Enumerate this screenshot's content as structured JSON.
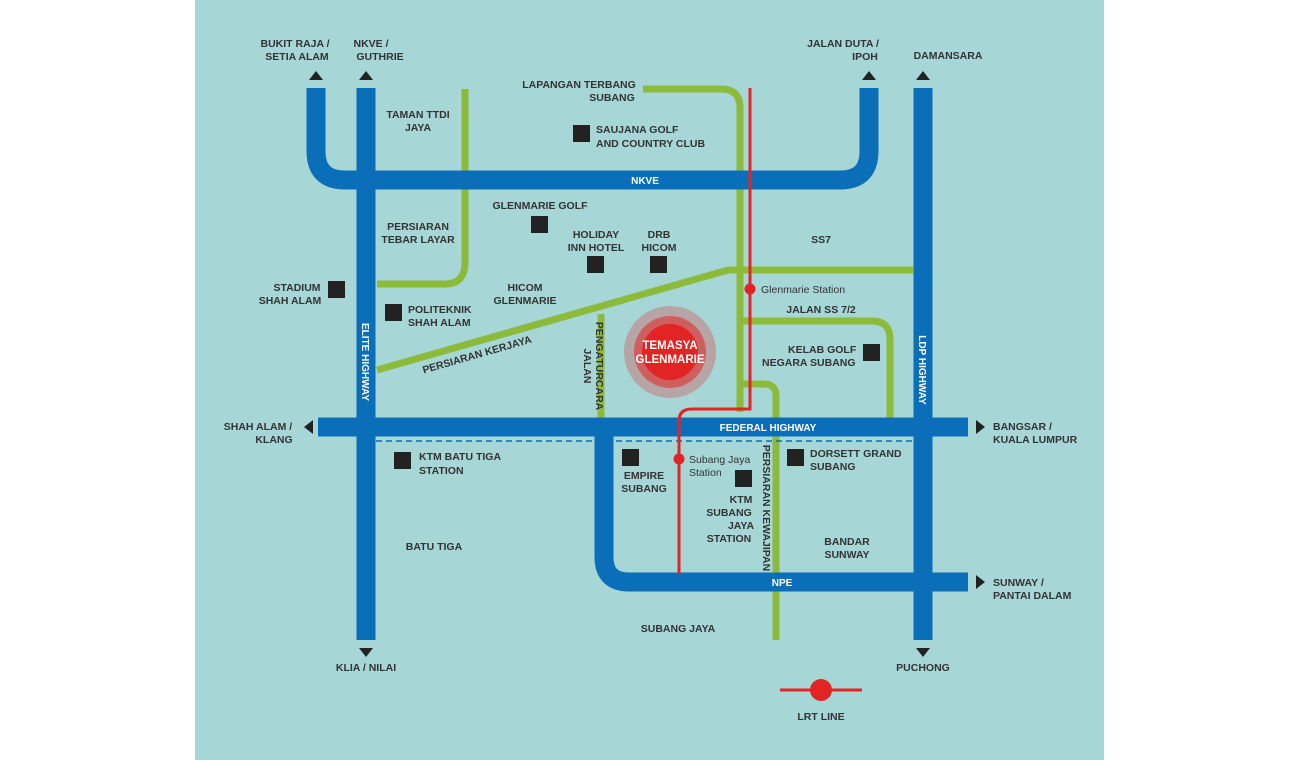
{
  "colors": {
    "background": "#a7d6d6",
    "highway": "#0a6fb8",
    "local_road": "#8cbb3c",
    "lrt_line": "#e32424",
    "landmark": "#222222",
    "destination": "#e32424",
    "text": "#333333"
  },
  "highways": {
    "nkve": "NKVE",
    "federal": "FEDERAL HIGHWAY",
    "npe": "NPE",
    "elite": "ELITE HIGHWAY",
    "ldp": "LDP HIGHWAY"
  },
  "directions": {
    "bukit_raja": [
      "BUKIT RAJA /",
      "SETIA ALAM"
    ],
    "nkve_guthrie": [
      "NKVE /",
      "GUTHRIE"
    ],
    "jalan_duta": [
      "JALAN DUTA /",
      "IPOH"
    ],
    "damansara": [
      "DAMANSARA"
    ],
    "shah_alam_klang": [
      "SHAH ALAM /",
      "KLANG"
    ],
    "bangsar": [
      "BANGSAR /",
      "KUALA LUMPUR"
    ],
    "sunway_pantai": [
      "SUNWAY /",
      "PANTAI DALAM"
    ],
    "klia": [
      "KLIA / NILAI"
    ],
    "puchong": [
      "PUCHONG"
    ]
  },
  "landmarks": {
    "saujana": [
      "SAUJANA GOLF",
      "AND COUNTRY CLUB"
    ],
    "glenmarie_golf": [
      "GLENMARIE GOLF"
    ],
    "holiday_inn": [
      "HOLIDAY",
      "INN HOTEL"
    ],
    "drb_hicom": [
      "DRB",
      "HICOM"
    ],
    "stadium": [
      "STADIUM",
      "SHAH ALAM"
    ],
    "politeknik": [
      "POLITEKNIK",
      "SHAH ALAM"
    ],
    "kelab_golf": [
      "KELAB GOLF",
      "NEGARA SUBANG"
    ],
    "ktm_batu_tiga": [
      "KTM BATU TIGA",
      "STATION"
    ],
    "empire": [
      "EMPIRE",
      "SUBANG"
    ],
    "ktm_subang": [
      "KTM",
      "SUBANG",
      "JAYA",
      "STATION"
    ],
    "dorsett": [
      "DORSETT GRAND",
      "SUBANG"
    ]
  },
  "areas": {
    "lapangan": [
      "LAPANGAN TERBANG",
      "SUBANG"
    ],
    "taman_ttdi": [
      "TAMAN TTDI",
      "JAYA"
    ],
    "persiaran_tebar": [
      "PERSIARAN",
      "TEBAR LAYAR"
    ],
    "hicom_glenmarie": [
      "HICOM",
      "GLENMARIE"
    ],
    "ss7": [
      "SS7"
    ],
    "jalan_ss72": [
      "JALAN SS 7/2"
    ],
    "batu_tiga": [
      "BATU TIGA"
    ],
    "bandar_sunway": [
      "BANDAR",
      "SUNWAY"
    ],
    "subang_jaya": [
      "SUBANG JAYA"
    ]
  },
  "roads": {
    "persiaran_kerjaya": "PERSIARAN KERJAYA",
    "jalan_pengaturcara": [
      "JALAN",
      "PENGATURCARA"
    ],
    "persiaran_kewajipan": "PERSIARAN KEWAJIPAN"
  },
  "stations": {
    "glenmarie": [
      "Glenmarie Station"
    ],
    "subang_jaya": [
      "Subang Jaya",
      "Station"
    ]
  },
  "destination": [
    "TEMASYA",
    "GLENMARIE"
  ],
  "legend": {
    "lrt": "LRT LINE"
  }
}
